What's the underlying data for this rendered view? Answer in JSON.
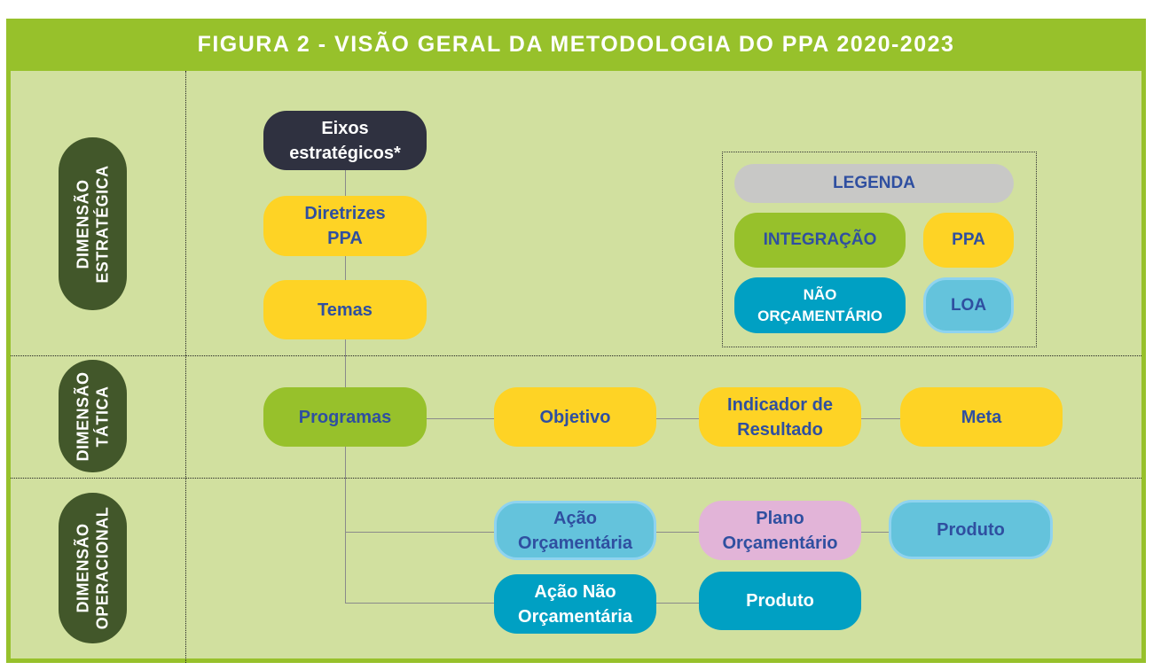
{
  "title": "FIGURA 2 - VISÃO GERAL DA METODOLOGIA DO PPA 2020-2023",
  "dimensions": {
    "estrategica": "DIMENSÃO\nESTRATÉGICA",
    "tatica": "DIMENSÃO\nTÁTICA",
    "operacional": "DIMENSÃO\nOPERACIONAL"
  },
  "nodes": {
    "eixos": "Eixos\nestratégicos*",
    "diretrizes": "Diretrizes\nPPA",
    "temas": "Temas",
    "programas": "Programas",
    "objetivo": "Objetivo",
    "indicador": "Indicador de\nResultado",
    "meta": "Meta",
    "acao_orcamentaria": "Ação\nOrçamentária",
    "plano_orcamentario": "Plano\nOrçamentário",
    "produto_loa": "Produto",
    "acao_nao_orcamentaria": "Ação Não\nOrçamentária",
    "produto_nao_orc": "Produto"
  },
  "legend": {
    "title": "LEGENDA",
    "integracao": "INTEGRAÇÃO",
    "ppa": "PPA",
    "nao_orcamentario": "NÃO\nORÇAMENTÁRIO",
    "loa": "LOA"
  },
  "colors": {
    "frame": "#97c12b",
    "panel": "#d1e09f",
    "dimension": "#42572a",
    "ppa": "#fed325",
    "integracao": "#97c12b",
    "loa": "#64c3dc",
    "nao_orcamentario": "#00a0c3",
    "plano": "#e2b4d8",
    "text": "#2f4fa0"
  }
}
